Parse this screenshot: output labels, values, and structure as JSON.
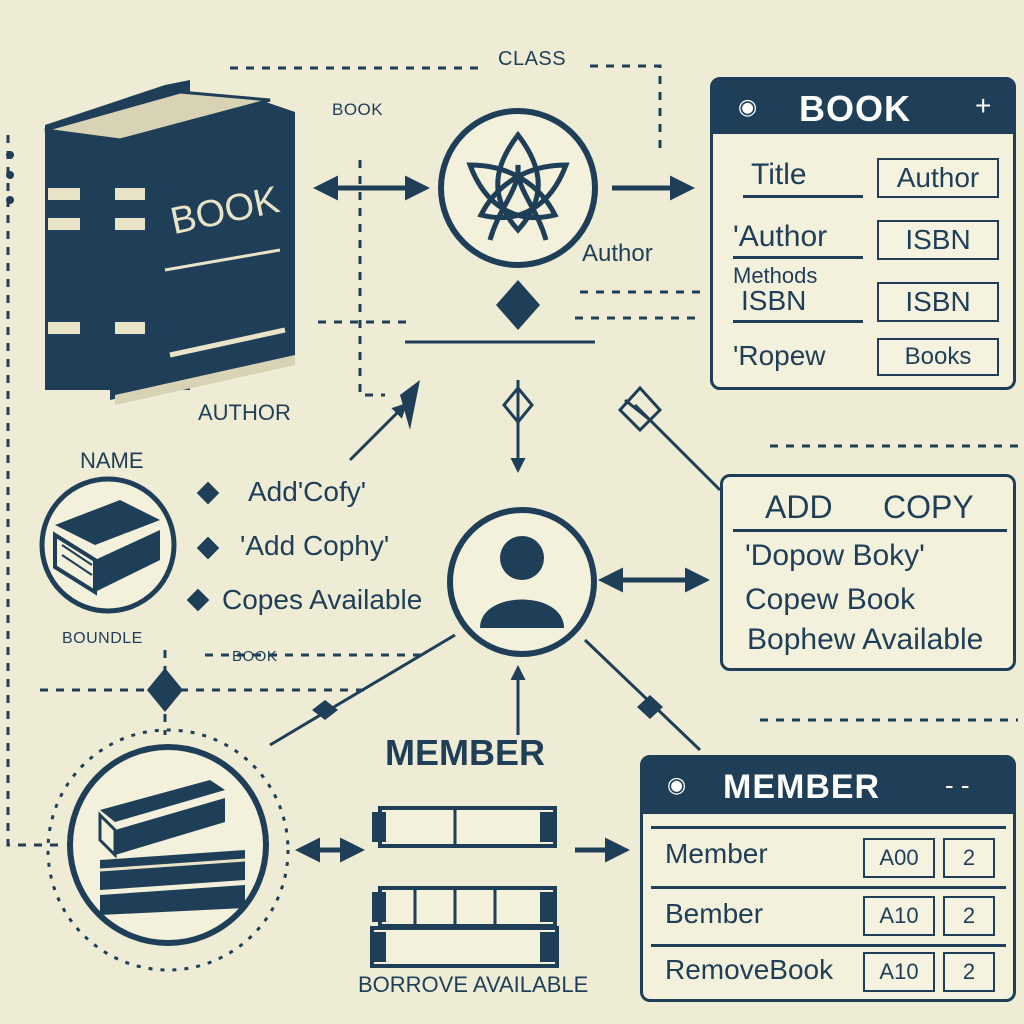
{
  "diagram": {
    "top_label": "CLASS",
    "book_label_top": "BOOK",
    "book_spine_text": "BOOK",
    "author_caption": "AUTHOR",
    "author_center_label": "Author",
    "name_label": "NAME",
    "methods_list": [
      "Add'Cofy'",
      "'Add Cophy'",
      "Copes Available"
    ],
    "bundle_label": "BOUNDLE",
    "book_small_label": "BOOK",
    "member_label": "MEMBER",
    "borrow_label": "BORROVE AVAILABLE"
  },
  "book_card": {
    "title": "BOOK",
    "rows": [
      {
        "left": "Title",
        "right": "Author"
      },
      {
        "left": "'Author",
        "right": "ISBN"
      },
      {
        "left_top": "Methods",
        "left": "ISBN",
        "right": "ISBN"
      },
      {
        "left": "'Ropew",
        "right": "Books"
      }
    ]
  },
  "add_copy_card": {
    "title_left": "ADD",
    "title_right": "COPY",
    "lines": [
      "'Dopow Boky'",
      "Copew Book",
      "Bophew Available"
    ]
  },
  "member_card": {
    "title": "MEMBER",
    "rows": [
      {
        "label": "Member",
        "code": "A00",
        "count": "2"
      },
      {
        "label": "Bember",
        "code": "A10",
        "count": "2"
      },
      {
        "label": "RemoveBook",
        "code": "A10",
        "count": "2"
      }
    ]
  },
  "colors": {
    "ink": "#1f3e57",
    "paper": "#efecd6",
    "book_dark": "#1f3e57"
  }
}
